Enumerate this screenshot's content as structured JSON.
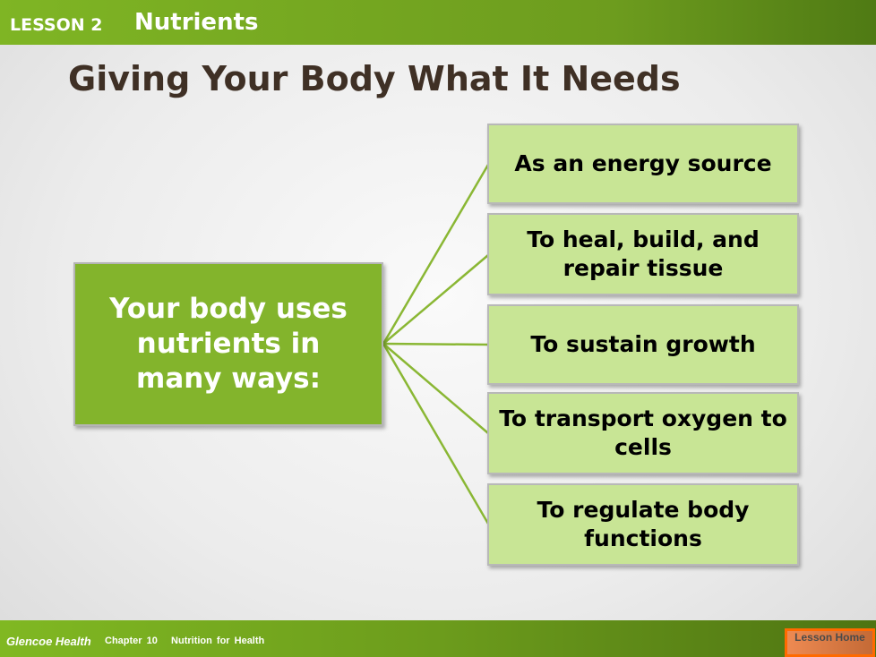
{
  "header": {
    "lesson": "LESSON 2",
    "topic": "Nutrients"
  },
  "title": "Giving Your Body What It Needs",
  "main_box": "Your body uses nutrients in many ways:",
  "items": [
    "As an energy source",
    "To heal, build, and repair tissue",
    "To sustain growth",
    "To transport oxygen to cells",
    "To regulate body functions"
  ],
  "footer": {
    "brand": "Glencoe Health",
    "chapter": "Chapter 10",
    "chapter_title": "Nutrition for Health",
    "home_button": "Lesson Home"
  }
}
